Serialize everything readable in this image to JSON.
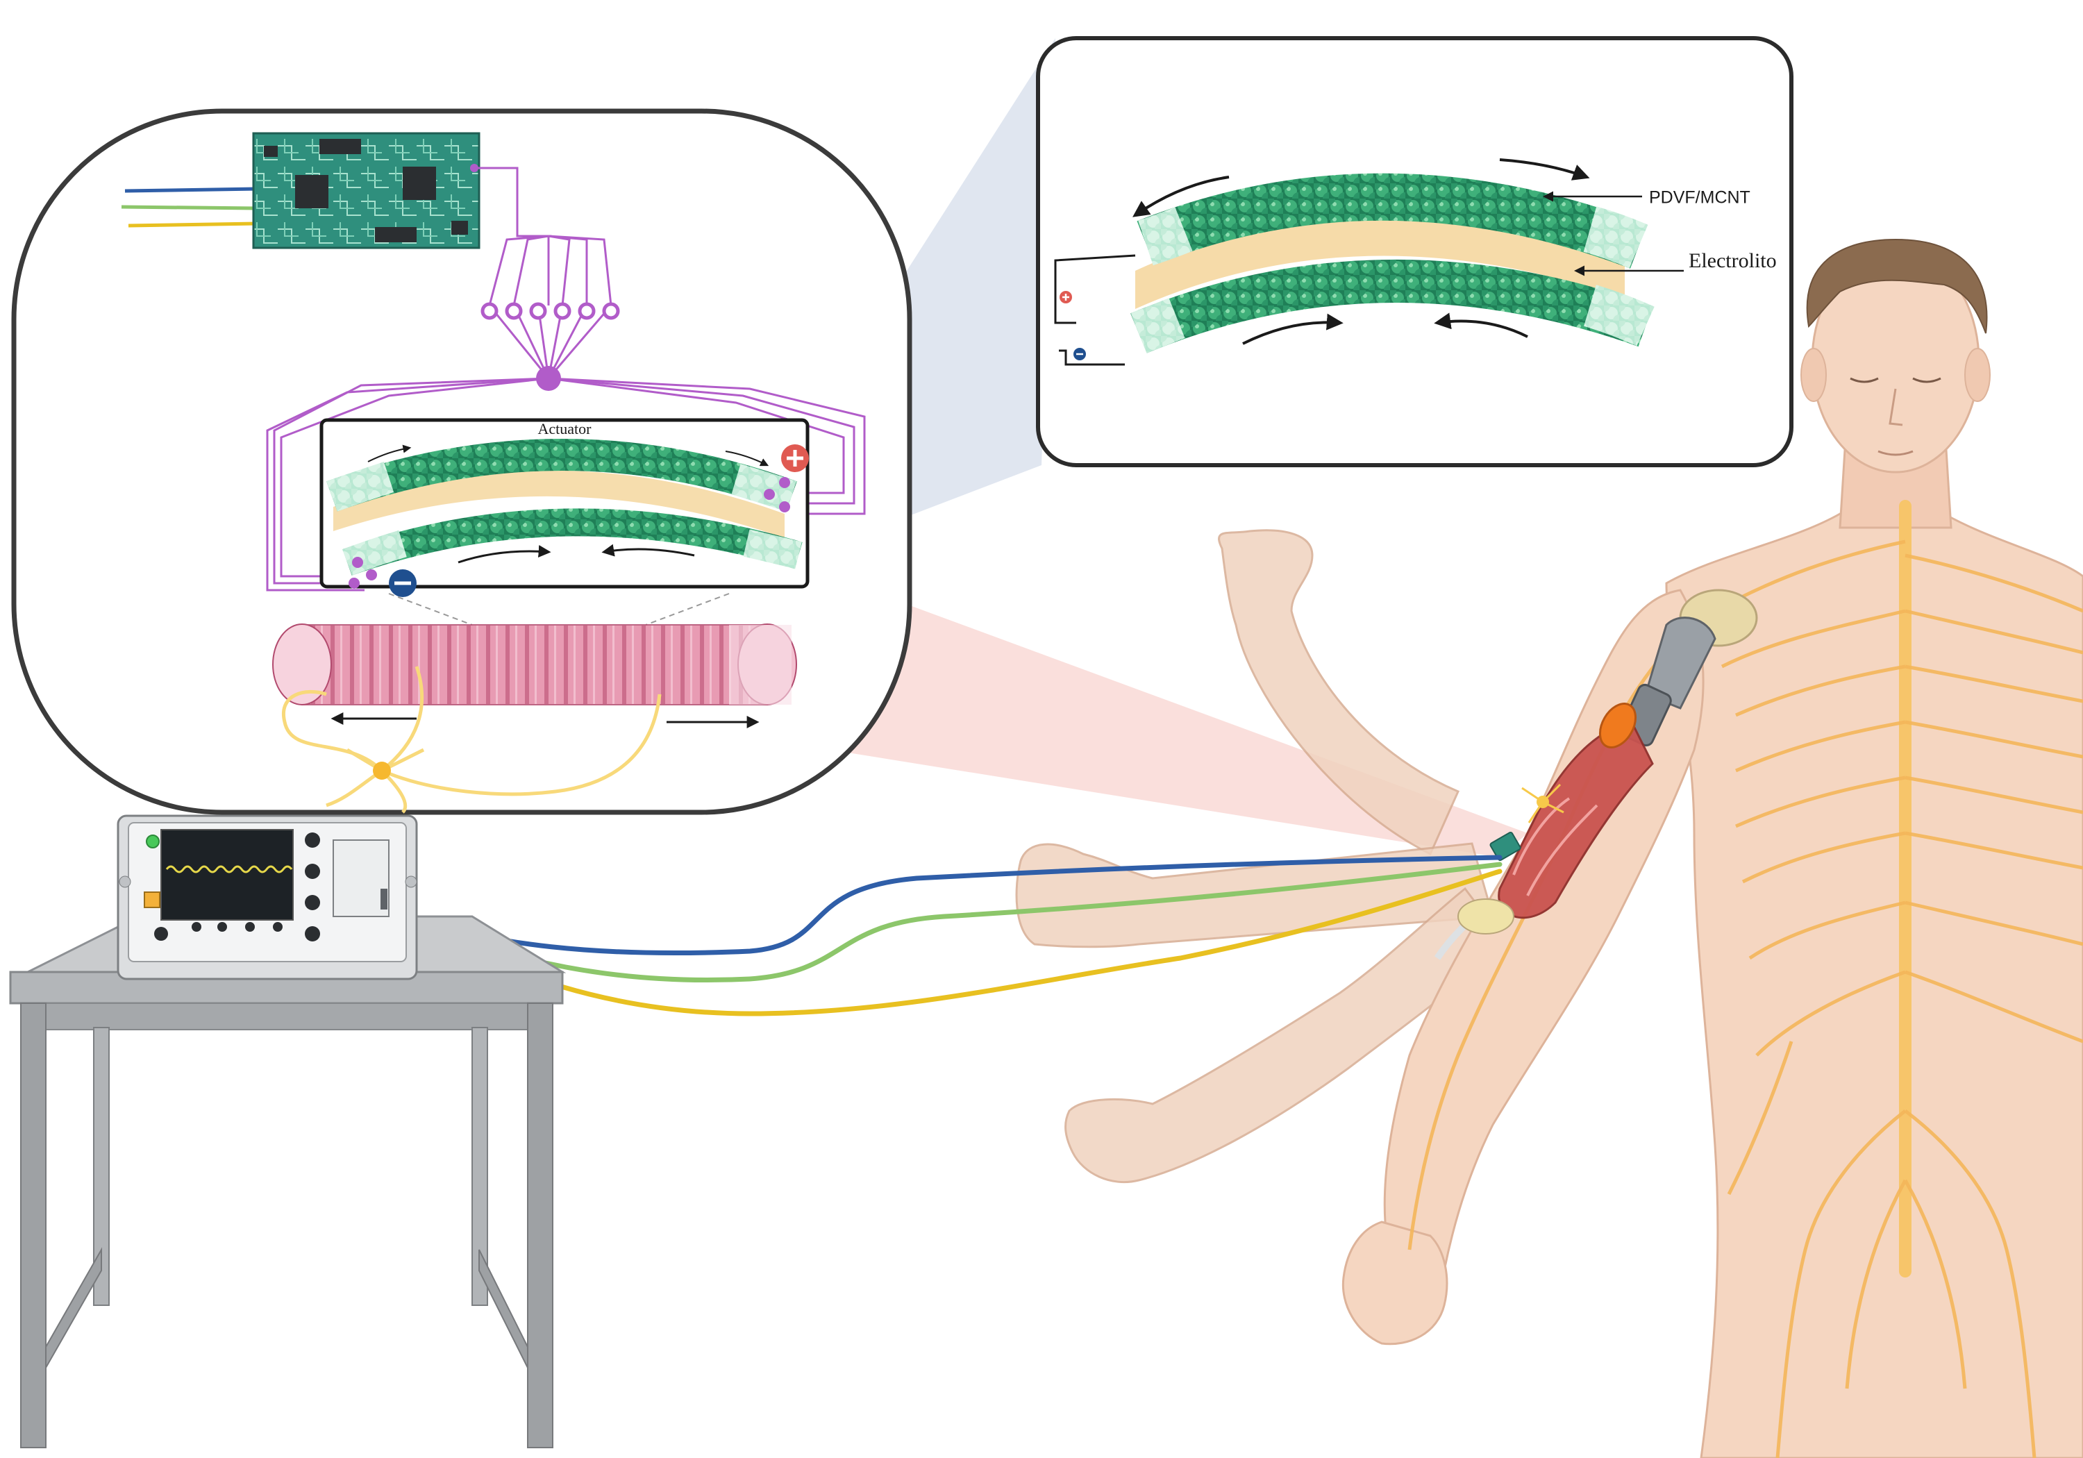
{
  "labels": {
    "actuator": "Actuator",
    "pdvf_mcnt": "PDVF/MCNT",
    "electrolito": "Electrolito"
  },
  "colors": {
    "wire_blue": "#2f5ea8",
    "wire_green": "#8cc66a",
    "wire_yellow": "#e8c020",
    "circuit_purple": "#b15cc9",
    "fiber_green": "#2ea06d",
    "electrolyte_tan": "#f5d9a4",
    "skin": "#f5d6c1",
    "nerve_orange": "#f4b65a",
    "muscle_pink": "#d9708f",
    "positive_red": "#e05a52",
    "negative_blue": "#1f4f8f"
  },
  "icons": {
    "positive_terminal": "plus-circle",
    "negative_terminal": "minus-circle",
    "pcb": "circuit-board",
    "oscilloscope": "oscilloscope"
  }
}
